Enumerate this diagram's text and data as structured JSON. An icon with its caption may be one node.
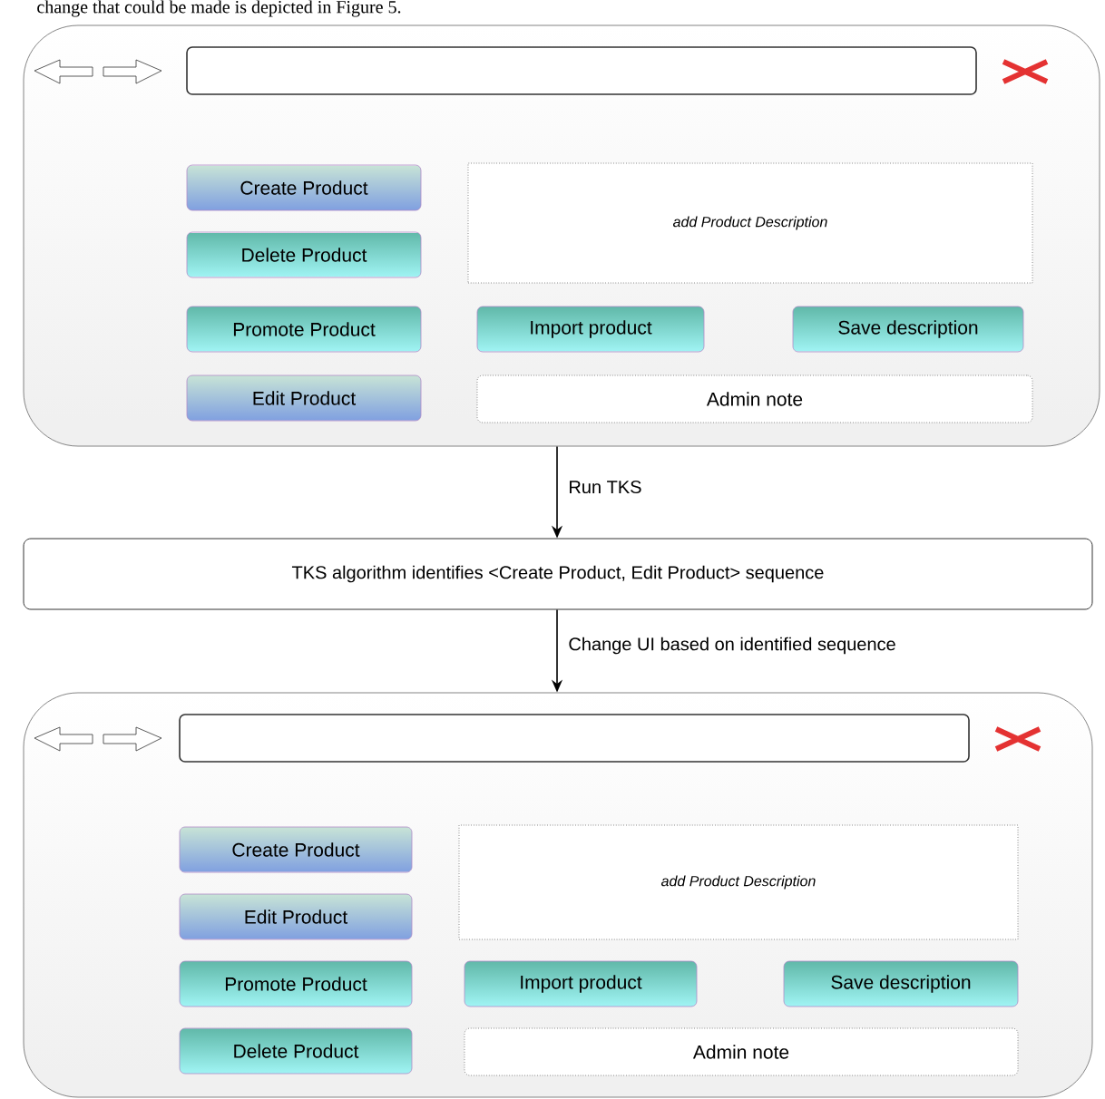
{
  "diagram": {
    "nodes": [
      {
        "text": [],
        "shape": "box"
      },
      {
        "text": [],
        "shape": "box",
        "in": 0
      },
      {
        "text": [
          "Create Product"
        ],
        "in": 0
      },
      {
        "text": [
          "add Product Description"
        ],
        "in": 0
      },
      {
        "text": [
          "Delete Product"
        ],
        "in": 0
      },
      {
        "text": [
          "Promote Product"
        ],
        "in": 0
      },
      {
        "text": [
          "Import product"
        ],
        "in": 0
      },
      {
        "text": [
          "Save description"
        ],
        "in": 0
      },
      {
        "text": [
          "Edit Product"
        ],
        "in": 0
      },
      {
        "text": [
          "Admin note"
        ],
        "in": 0
      },
      {
        "text": [
          "TKS algorithm identifies <Create Product, Edit Product> sequence"
        ]
      },
      {
        "text": [],
        "shape": "box"
      },
      {
        "text": [],
        "shape": "box",
        "in": 11
      },
      {
        "text": [
          "Create Product"
        ],
        "in": 11
      },
      {
        "text": [
          "add Product Description"
        ],
        "in": 11
      },
      {
        "text": [
          "Edit Product"
        ],
        "in": 11
      },
      {
        "text": [
          "Promote Product"
        ],
        "in": 11
      },
      {
        "text": [
          "Import product"
        ],
        "in": 11
      },
      {
        "text": [
          "Save description"
        ],
        "in": 11
      },
      {
        "text": [
          "Delete Product"
        ],
        "in": 11
      },
      {
        "text": [
          "Admin note"
        ],
        "in": 11
      }
    ],
    "edges": [
      {
        "from": 0,
        "to": 10,
        "arrow": "to",
        "label": "Run TKS"
      },
      {
        "from": 10,
        "to": 11,
        "arrow": "to",
        "label": "Change UI based on identified sequence"
      }
    ],
    "labels": [
      "change that could be made is depicted in Figure 5."
    ]
  }
}
